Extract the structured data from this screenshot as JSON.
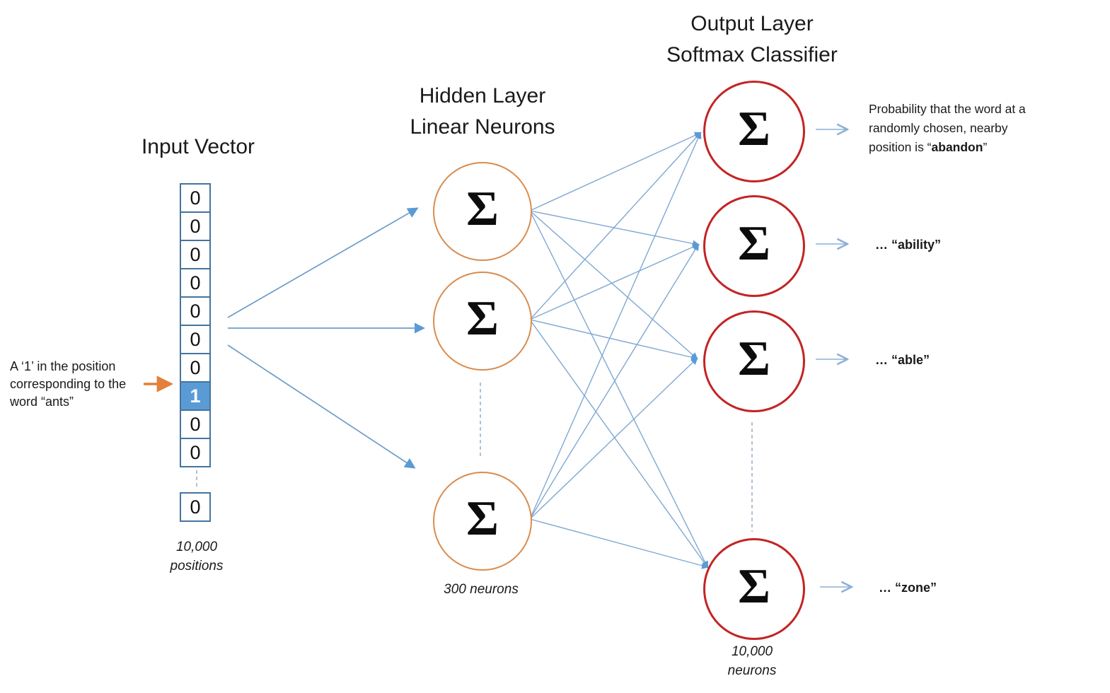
{
  "sigma": "Σ",
  "colors": {
    "hidden_circle_stroke": "#d98c4f",
    "output_circle_stroke": "#c32424",
    "connector_blue": "#7fa8d2",
    "arrow_fill_blue": "#5b9bd5",
    "vector_border": "#44749e",
    "highlight_cell_fill": "#5b9bd5",
    "highlight_cell_text": "#ffffff",
    "annotation_arrow_orange": "#e2803c"
  },
  "input": {
    "title": "Input Vector",
    "cells": [
      "0",
      "0",
      "0",
      "0",
      "0",
      "0",
      "0",
      "1",
      "0",
      "0"
    ],
    "tail_cell": "0",
    "size_label_line1": "10,000",
    "size_label_line2": "positions",
    "annotation_line1": "A ‘1’ in the position",
    "annotation_line2": "corresponding to the",
    "annotation_line3": "word “ants”"
  },
  "hidden": {
    "title_line1": "Hidden Layer",
    "title_line2": "Linear Neurons",
    "count_label": "300 neurons"
  },
  "output": {
    "title_line1": "Output Layer",
    "title_line2": "Softmax Classifier",
    "count_label_line1": "10,000",
    "count_label_line2": "neurons",
    "label1_line1": "Probability that the word at a",
    "label1_line2": "randomly chosen, nearby",
    "label1_line3_before": "position is “",
    "label1_word": "abandon",
    "label1_after": "”",
    "label2_before": "… “",
    "label2_word": "ability",
    "label2_after": "”",
    "label3_before": "… “",
    "label3_word": "able",
    "label3_after": "”",
    "label4_before": "… “",
    "label4_word": "zone",
    "label4_after": "”"
  }
}
